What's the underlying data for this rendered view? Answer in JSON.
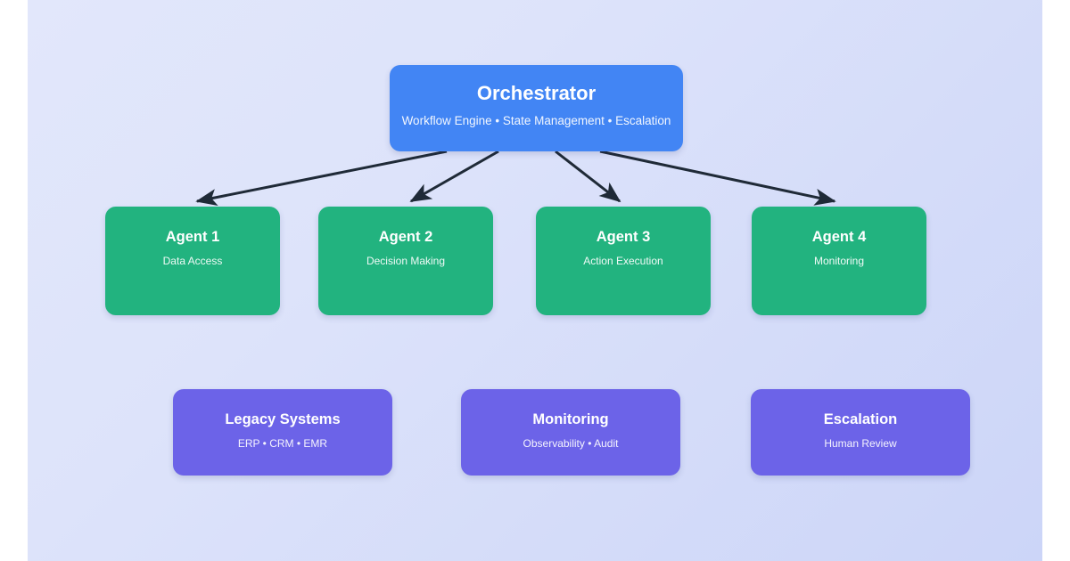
{
  "diagram": {
    "background": {
      "gradient_from": "#e2e7fb",
      "gradient_to": "#ccd5f8"
    },
    "orchestrator": {
      "title": "Orchestrator",
      "subtitle": "Workflow Engine • State Management • Escalation",
      "color": "#4285f4"
    },
    "agents": {
      "color": "#22b37f",
      "items": [
        {
          "title": "Agent 1",
          "subtitle": "Data Access"
        },
        {
          "title": "Agent 2",
          "subtitle": "Decision Making"
        },
        {
          "title": "Agent 3",
          "subtitle": "Action Execution"
        },
        {
          "title": "Agent 4",
          "subtitle": "Monitoring"
        }
      ]
    },
    "support": {
      "color": "#6c63e8",
      "items": [
        {
          "title": "Legacy Systems",
          "subtitle": "ERP • CRM • EMR"
        },
        {
          "title": "Monitoring",
          "subtitle": "Observability • Audit"
        },
        {
          "title": "Escalation",
          "subtitle": "Human Review"
        }
      ]
    },
    "connectors": {
      "color": "#1f2a37",
      "type": "arrow",
      "count": 4,
      "from": "Orchestrator",
      "to": [
        "Agent 1",
        "Agent 2",
        "Agent 3",
        "Agent 4"
      ]
    }
  }
}
